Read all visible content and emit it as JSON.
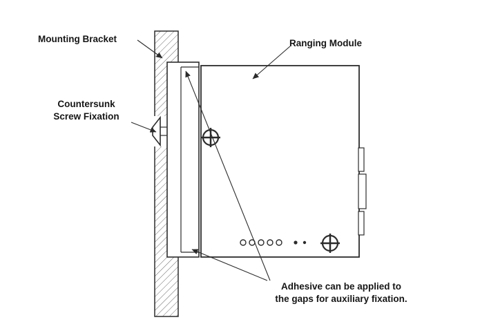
{
  "diagram": {
    "labels": {
      "mounting_bracket": "Mounting Bracket",
      "ranging_module": "Ranging Module",
      "countersunk_line1": "Countersunk",
      "countersunk_line2": "Screw Fixation",
      "adhesive_line1": "Adhesive can be applied to",
      "adhesive_line2": "the gaps for auxiliary fixation."
    },
    "colors": {
      "line": "#2b2b2b",
      "background": "#ffffff"
    }
  }
}
